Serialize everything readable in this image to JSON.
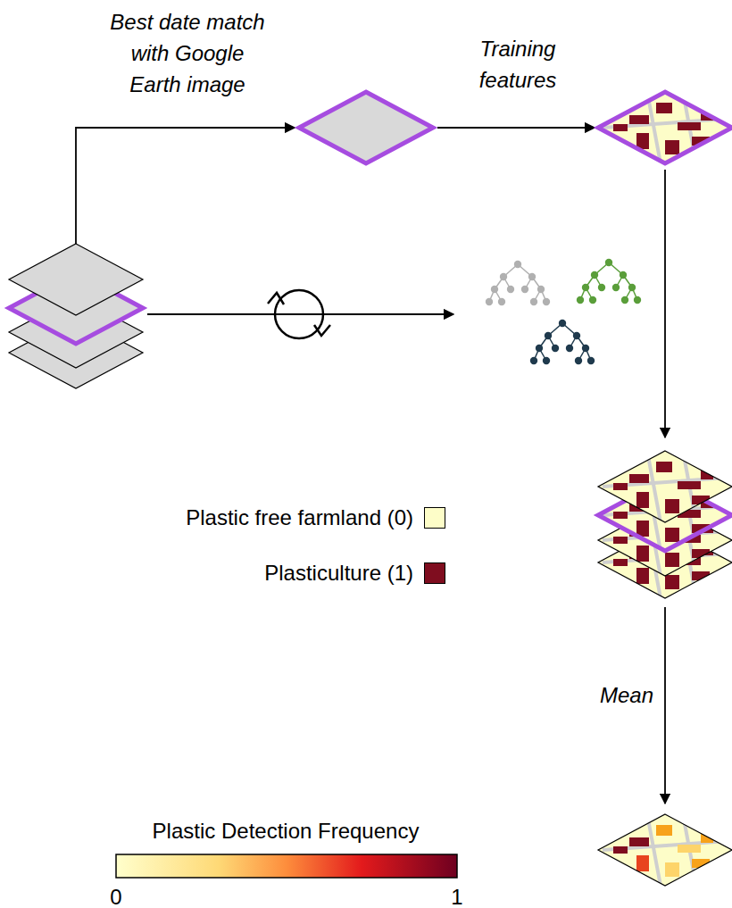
{
  "diagram": {
    "labels": [
      "Best date match with Google Earth image",
      "Training features",
      "Mean",
      "Plastic Detection Frequency",
      "0",
      "1"
    ],
    "legend": [
      {
        "text": "Plastic free farmland (0)",
        "color": "#fdfdc8"
      },
      {
        "text": "Plasticulture (1)",
        "color": "#7f0d1f"
      }
    ]
  }
}
